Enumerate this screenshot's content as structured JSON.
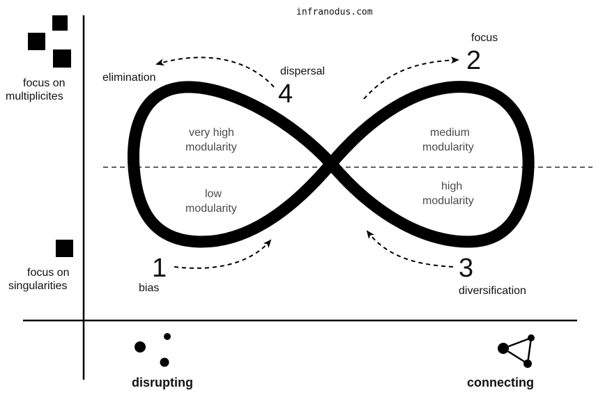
{
  "watermark": "infranodus.com",
  "y_axis": {
    "top_label": [
      "focus on",
      "multiplicites"
    ],
    "bottom_label": [
      "focus on",
      "singularities"
    ]
  },
  "x_axis": {
    "left_label": "disrupting",
    "right_label": "connecting"
  },
  "regions": {
    "upper_left": [
      "very high",
      "modularity"
    ],
    "lower_left": [
      "low",
      "modularity"
    ],
    "upper_right": [
      "medium",
      "modularity"
    ],
    "lower_right": [
      "high",
      "modularity"
    ]
  },
  "stages": [
    {
      "number": "1",
      "label": "bias"
    },
    {
      "number": "2",
      "label": "focus"
    },
    {
      "number": "3",
      "label": "diversification"
    },
    {
      "number": "4",
      "label": "dispersal"
    }
  ],
  "arrow_label_elimination": "elimination",
  "colors": {
    "ink": "#000000",
    "region_text": "#4a4a4a",
    "background": "#ffffff"
  },
  "icons": [
    "multiple-squares-icon",
    "single-square-icon",
    "scattered-nodes-icon",
    "connected-triangle-graph-icon"
  ]
}
